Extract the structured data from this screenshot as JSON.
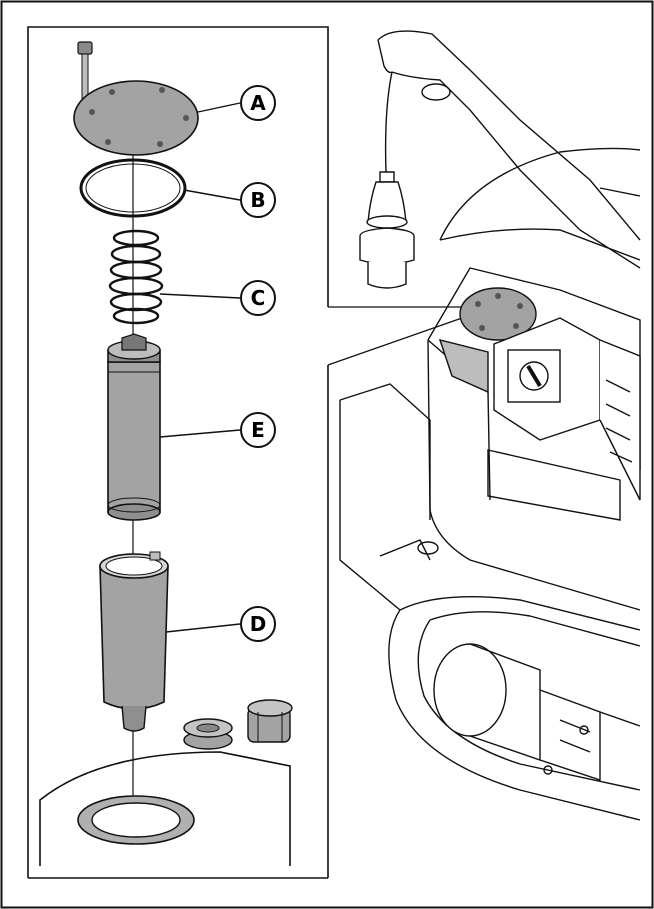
{
  "callouts": [
    {
      "id": "A",
      "label": "A"
    },
    {
      "id": "B",
      "label": "B"
    },
    {
      "id": "C",
      "label": "C"
    },
    {
      "id": "E",
      "label": "E"
    },
    {
      "id": "D",
      "label": "D"
    }
  ],
  "colors": {
    "stroke": "#111111",
    "part_fill": "#a3a3a3",
    "part_fill_light": "#bdbdbd",
    "background": "#ffffff"
  }
}
